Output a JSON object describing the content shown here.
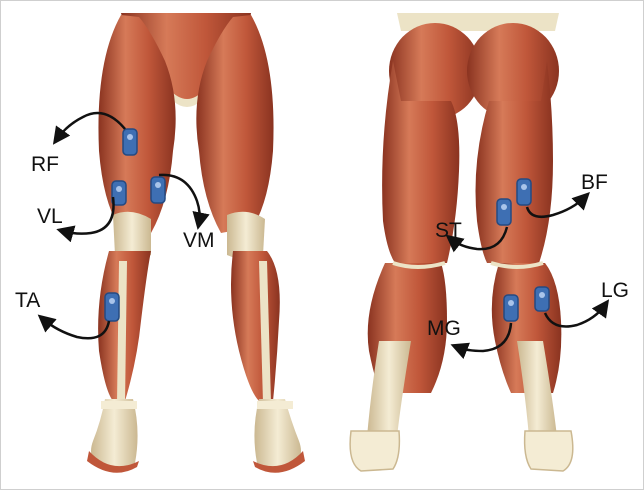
{
  "colors": {
    "muscle": "#c0573a",
    "muscle_light": "#dd8a6a",
    "muscle_dark": "#8a3320",
    "tendon": "#ece3c6",
    "tendon_shadow": "#cbb891",
    "electrode": "#3e6fb3",
    "electrode_dark": "#244a82",
    "arrow": "#111111",
    "label": "#111111"
  },
  "labels": {
    "rf": "RF",
    "vl": "VL",
    "vm": "VM",
    "ta": "TA",
    "st": "ST",
    "bf": "BF",
    "mg": "MG",
    "lg": "LG"
  }
}
